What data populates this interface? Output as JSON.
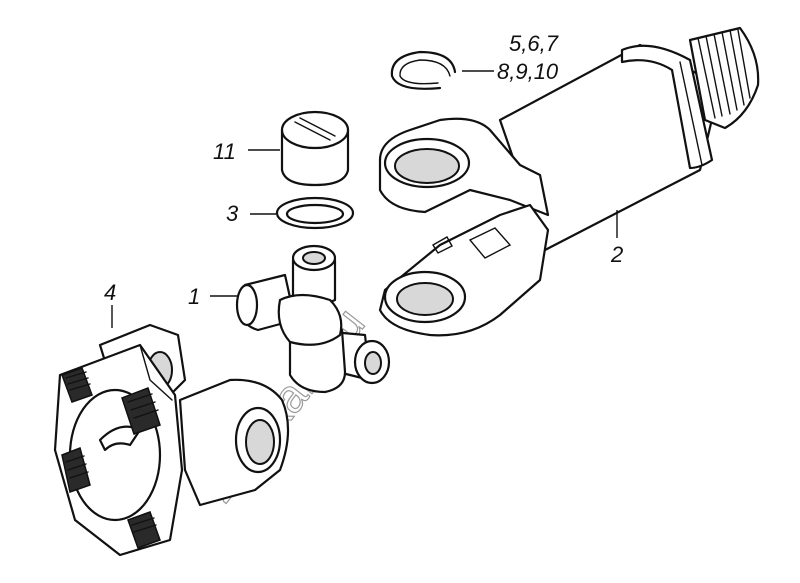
{
  "callouts": {
    "c1": "1",
    "c2": "2",
    "c3": "3",
    "c4": "4",
    "c11": "11",
    "c567": "5,6,7",
    "c8910": "8,9,10"
  },
  "watermark": "zap-kam.ru"
}
